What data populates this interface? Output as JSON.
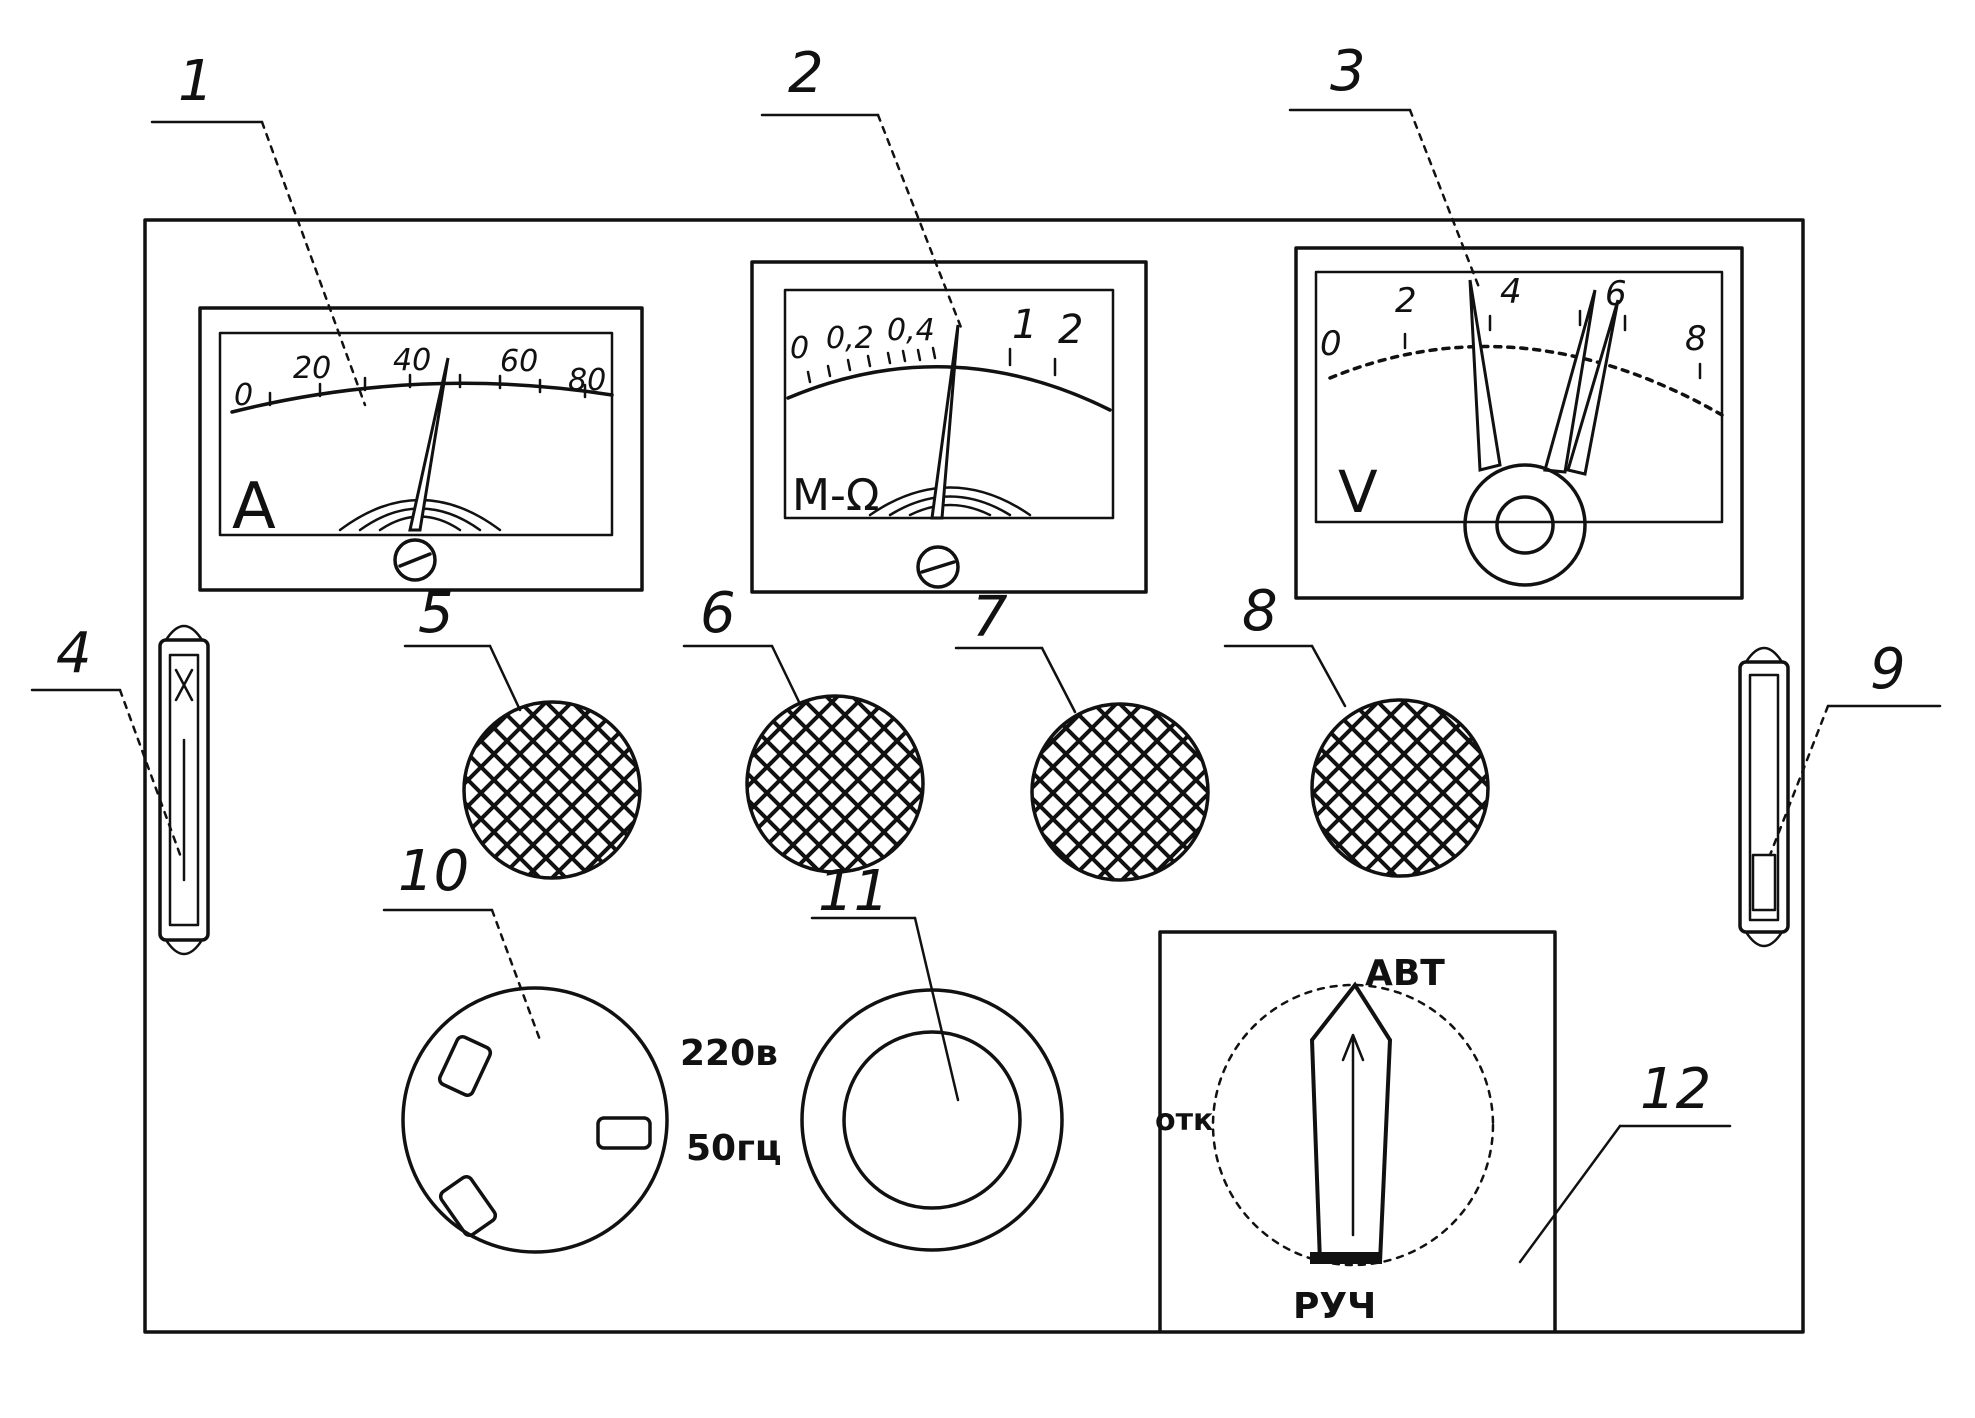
{
  "callouts": [
    "1",
    "2",
    "3",
    "4",
    "5",
    "6",
    "7",
    "8",
    "9",
    "10",
    "11",
    "12"
  ],
  "ammeter": {
    "unit": "A",
    "scale": [
      "0",
      "20",
      "40",
      "60",
      "80"
    ]
  },
  "ohmmeter": {
    "unit": "M-Ω",
    "scale": [
      "0",
      "0,2",
      "0,4",
      "1",
      "2"
    ]
  },
  "voltmeter": {
    "unit": "V",
    "scale": [
      "0",
      "2",
      "4",
      "6",
      "8"
    ]
  },
  "socket": {
    "voltage": "220в",
    "frequency": "50гц"
  },
  "mode_switch": {
    "auto": "АВТ",
    "off": "отк",
    "manual": "РУЧ"
  }
}
